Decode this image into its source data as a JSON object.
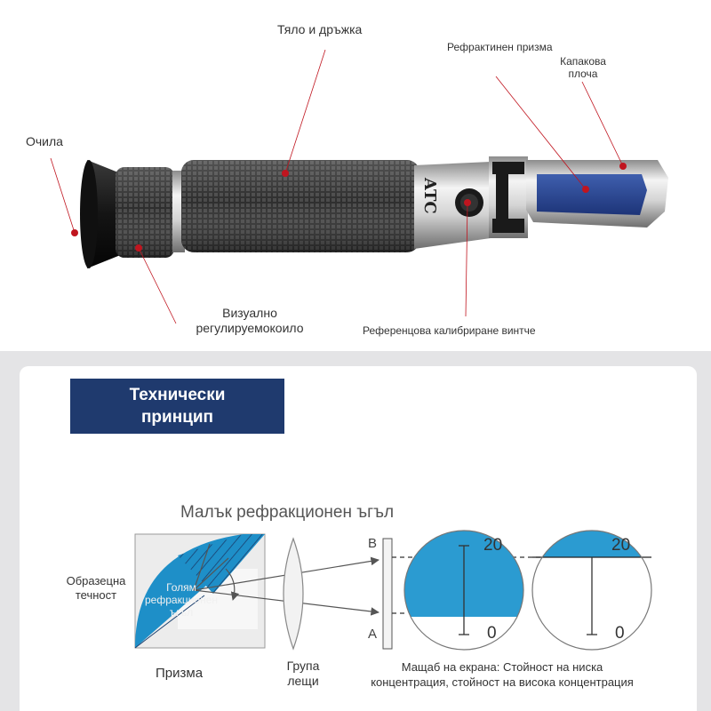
{
  "device": {
    "atc_text": "ATC",
    "labels": {
      "body_handle": "Тяло и дръжка",
      "refractive_prism": "Рефрактинен призма",
      "cover_plate_line1": "Капакова",
      "cover_plate_line2": "плоча",
      "eyepiece": "Очила",
      "focus_line1": "Визуално",
      "focus_line2": "регулируемокоило",
      "calibration_screw": "Референцова калибриране винтче"
    }
  },
  "principle": {
    "title_line1": "Технически",
    "title_line2": "принцип",
    "subtitle": "Малък рефракционен ъгъл",
    "sample_line1": "Образецна",
    "sample_line2": "течност",
    "angle_line1": "Голям",
    "angle_line2": "рефракционен",
    "angle_line3": "ъгъл",
    "prism": "Призма",
    "lens_line1": "Група",
    "lens_line2": "лещи",
    "point_b": "B",
    "point_a": "A",
    "scale_line1": "Мащаб на екрана: Стойност на ниска",
    "scale_line2": "концентрация, стойност на висока концентрация",
    "scale_top": "20",
    "scale_bottom": "0"
  },
  "colors": {
    "title_bg": "#1f3a6e",
    "prism_blue": "#1e8fc8",
    "scale_blue": "#2b9bd1",
    "pointer_red": "#c0151f"
  }
}
